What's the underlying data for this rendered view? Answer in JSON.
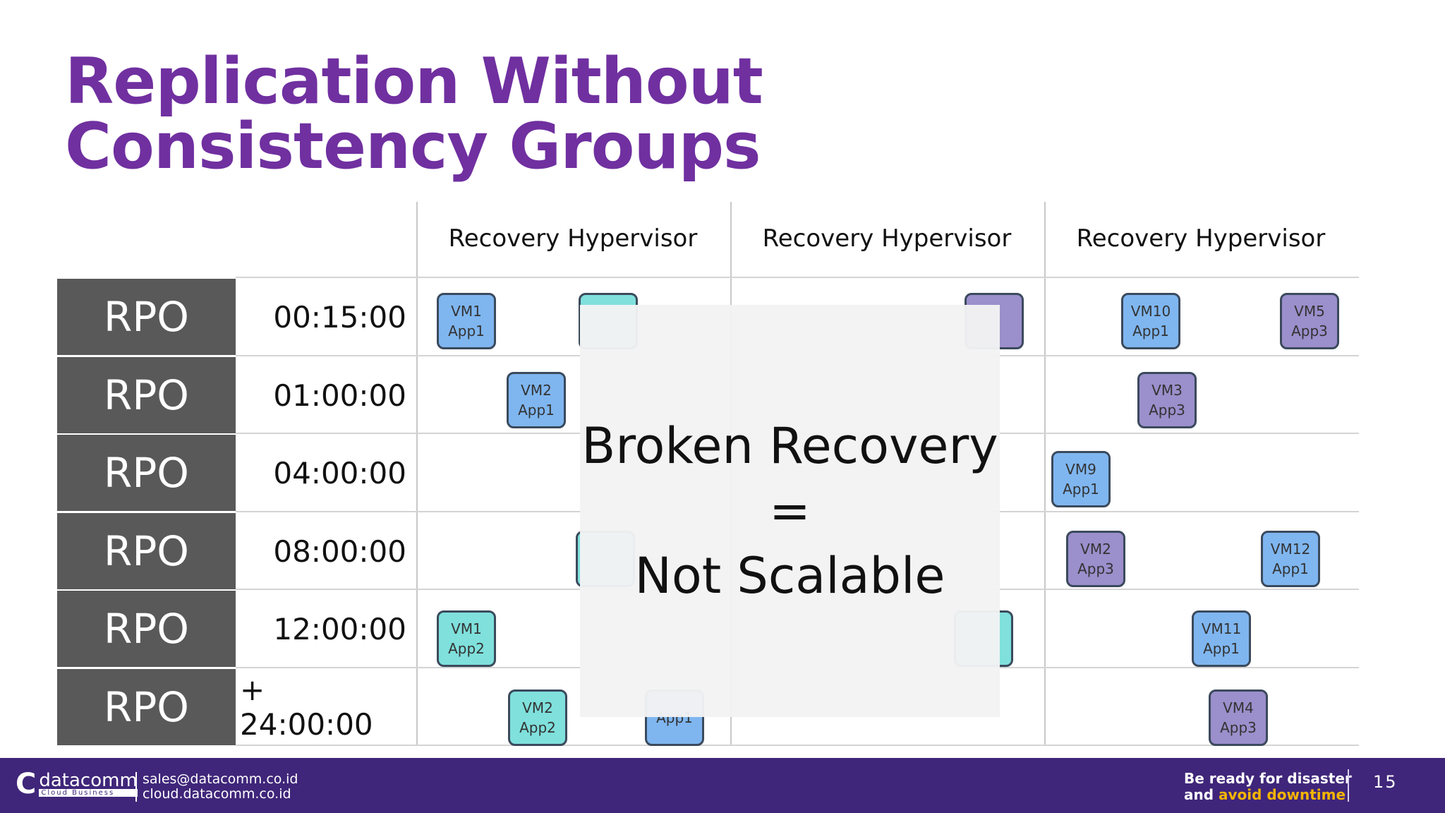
{
  "title": {
    "line1": "Replication Without",
    "line2": "Consistency Groups"
  },
  "columns": [
    "Recovery Hypervisor",
    "Recovery Hypervisor",
    "Recovery Hypervisor"
  ],
  "rows": [
    {
      "label": "RPO",
      "time": "00:15:00"
    },
    {
      "label": "RPO",
      "time": "01:00:00"
    },
    {
      "label": "RPO",
      "time": "04:00:00"
    },
    {
      "label": "RPO",
      "time": "08:00:00"
    },
    {
      "label": "RPO",
      "time": "12:00:00"
    },
    {
      "label": "RPO",
      "time": "+ 24:00:00"
    }
  ],
  "vms": [
    {
      "vm": "VM1",
      "app": "App1",
      "color": "#7fb6f0"
    },
    {
      "vm": "VM2",
      "app": "App1",
      "color": "#7fb6f0"
    },
    {
      "vm": "VM1",
      "app": "App2",
      "color": "#7fe0dc"
    },
    {
      "vm": "VM2",
      "app": "App2",
      "color": "#7fe0dc"
    },
    {
      "vm": "",
      "app": "App1",
      "color": "#7fb6f0"
    },
    {
      "vm": "VM10",
      "app": "App1",
      "color": "#7fb6f0"
    },
    {
      "vm": "VM5",
      "app": "App3",
      "color": "#9b8fcc"
    },
    {
      "vm": "VM3",
      "app": "App3",
      "color": "#9b8fcc"
    },
    {
      "vm": "VM9",
      "app": "App1",
      "color": "#7fb6f0"
    },
    {
      "vm": "VM2",
      "app": "App3",
      "color": "#9b8fcc"
    },
    {
      "vm": "VM12",
      "app": "App1",
      "color": "#7fb6f0"
    },
    {
      "vm": "VM11",
      "app": "App1",
      "color": "#7fb6f0"
    },
    {
      "vm": "VM4",
      "app": "App3",
      "color": "#9b8fcc"
    }
  ],
  "overlay": {
    "line1": "Broken Recovery",
    "line2": "=",
    "line3": "Not Scalable"
  },
  "footer": {
    "logo": "datacomm",
    "logo_sub": "Cloud Business",
    "email": "sales@datacomm.co.id",
    "website": "cloud.datacomm.co.id",
    "tagline1": "Be ready for disaster",
    "tagline2_prefix": "and ",
    "tagline2_accent": "avoid downtime",
    "page_number": "15"
  }
}
